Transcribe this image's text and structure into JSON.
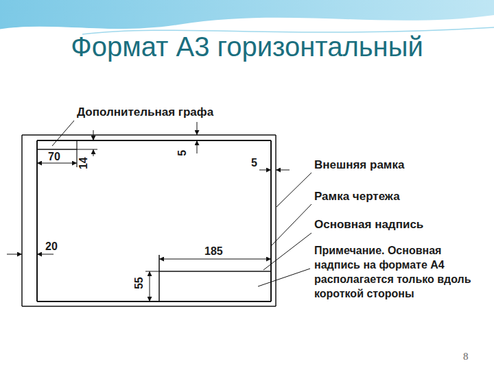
{
  "diagram": {
    "title": "Формат А3 горизонтальный",
    "labels": [
      "Дополнительная графа",
      "70",
      "14",
      "5",
      "5",
      "Внешняя рамка",
      "Рамка чертежа",
      "Основная надпись",
      "Примечание. Основная надпись на формате А4 располагается только вдоль короткой стороны",
      "20",
      "185",
      "55",
      "8"
    ]
  }
}
